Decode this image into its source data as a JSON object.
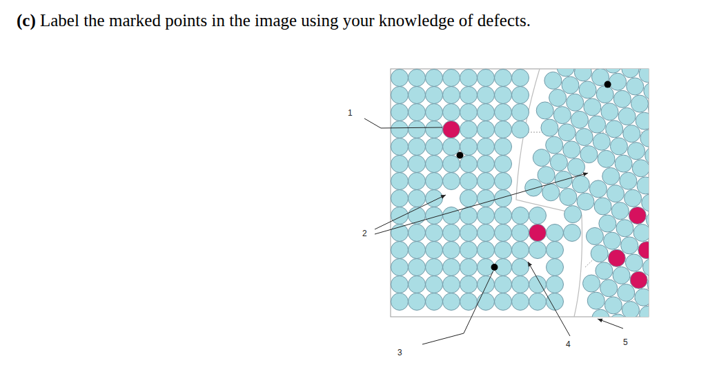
{
  "diagram": {
    "title": "(c) Label the marked points in the image using your knowledge of defects.",
    "labels": [
      "1",
      "2",
      "3",
      "4",
      "5"
    ]
  }
}
